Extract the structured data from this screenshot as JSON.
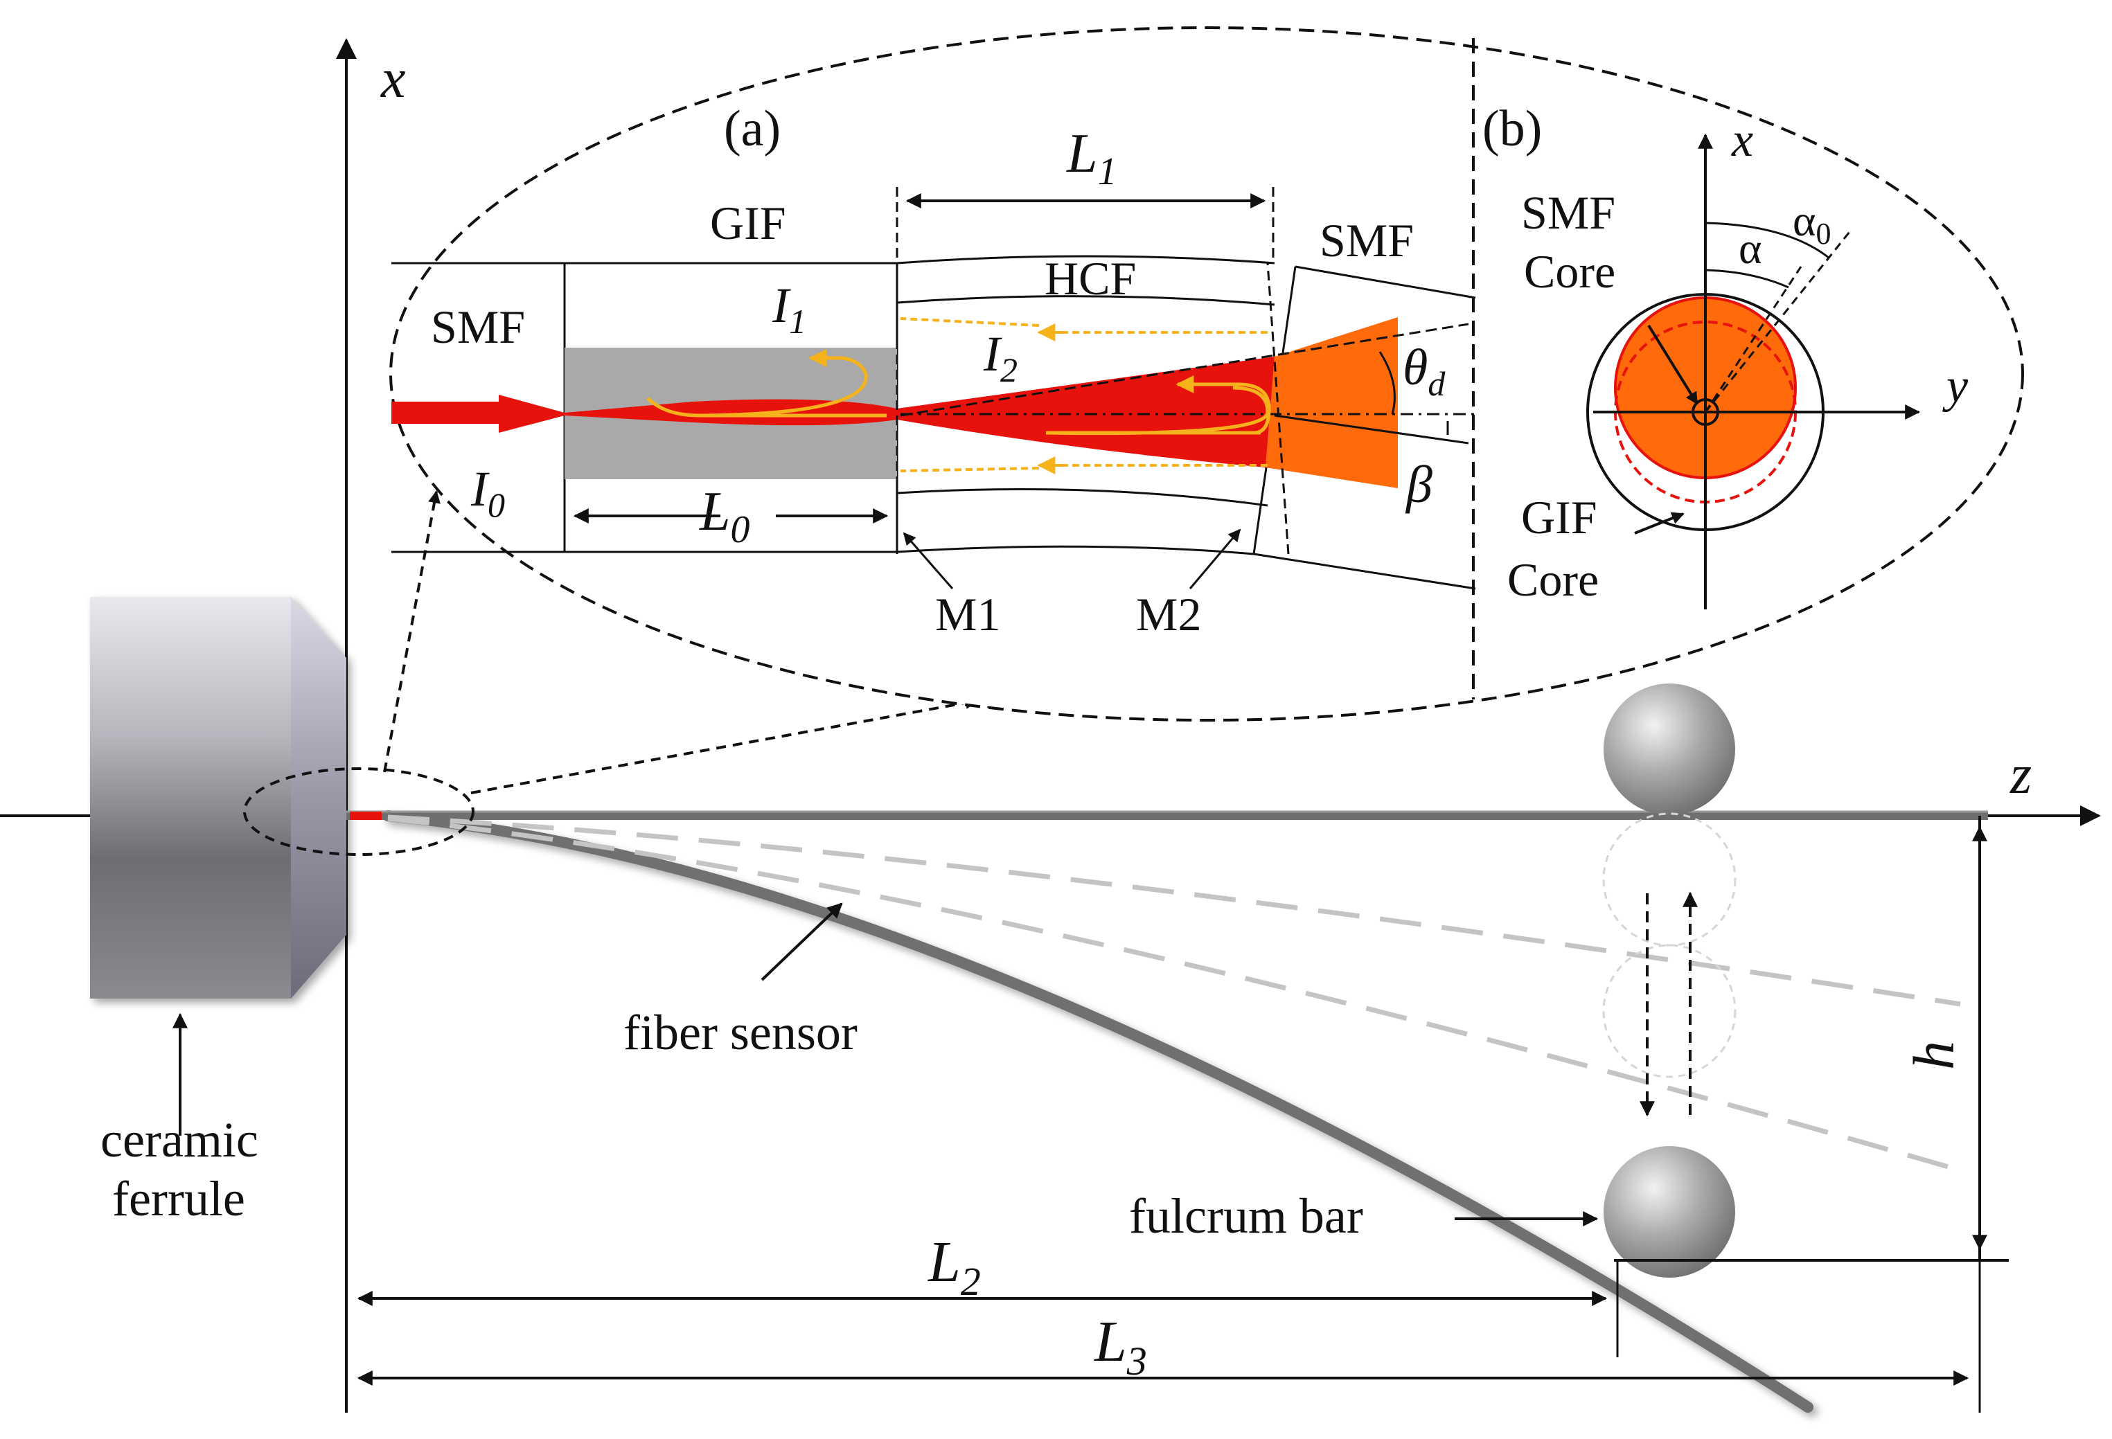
{
  "labels": {
    "x_axis": "x",
    "z_axis": "z",
    "panel_a": "(a)",
    "panel_b": "(b)",
    "gif": "GIF",
    "smf_left": "SMF",
    "smf_right": "SMF",
    "hcf": "HCF",
    "I1_main": "I",
    "I1_sub": "1",
    "I2_main": "I",
    "I2_sub": "2",
    "I0_main": "I",
    "I0_sub": "0",
    "L0_main": "L",
    "L0_sub": "0",
    "L1_main": "L",
    "L1_sub": "1",
    "L2_main": "L",
    "L2_sub": "2",
    "L3_main": "L",
    "L3_sub": "3",
    "theta_main": "θ",
    "theta_sub": "d",
    "beta": "β",
    "m1": "M1",
    "m2": "M2",
    "smf_core_1": "SMF",
    "smf_core_2": "Core",
    "gif_core_1": "GIF",
    "gif_core_2": "Core",
    "b_x": "x",
    "b_y": "y",
    "alpha0_main": "α",
    "alpha0_sub": "0",
    "alpha": "α",
    "ceramic_1": "ceramic",
    "ceramic_2": "ferrule",
    "fiber_sensor": "fiber sensor",
    "fulcrum_bar": "fulcrum bar",
    "h": "h"
  },
  "colors": {
    "beam_red": "#e8120c",
    "core_orange": "#ff6a0a",
    "gif_core_gray": "#a9a9a9",
    "arrow_yellow": "#f5b21a",
    "fiber_gray": "#707070",
    "dashed_gray": "#c0c0c0",
    "line_black": "#111111"
  }
}
